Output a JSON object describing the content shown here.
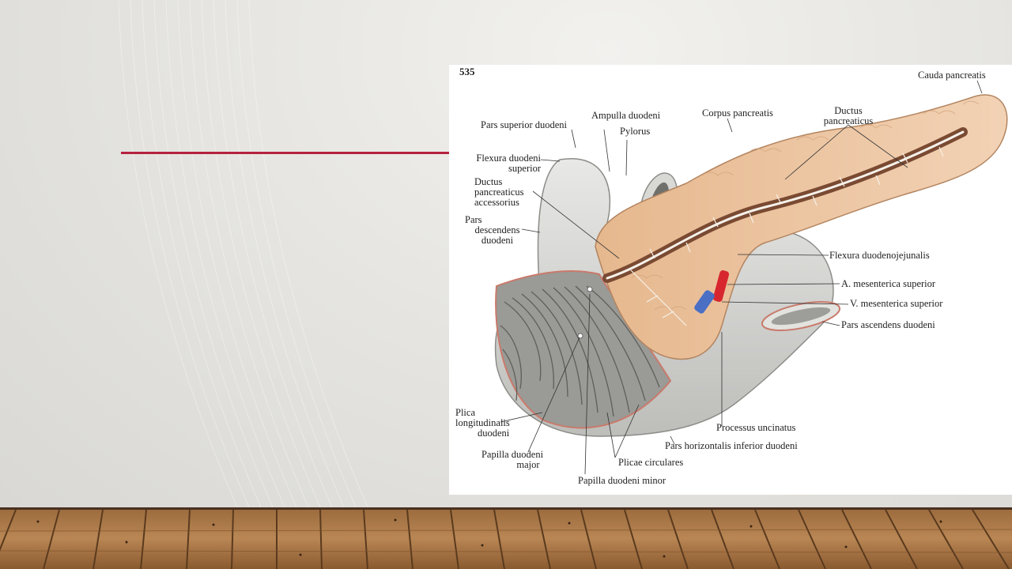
{
  "figure": {
    "number": "535",
    "labels": {
      "cauda_pancreatis": "Cauda pancreatis",
      "pars_superior_duodeni": "Pars superior duodeni",
      "ampulla_duodeni": "Ampulla duodeni",
      "pylorus": "Pylorus",
      "corpus_pancreatis": "Corpus pancreatis",
      "ductus_pancreaticus_1": "Ductus",
      "ductus_pancreaticus_2": "pancreaticus",
      "flexura_duodeni_superior_1": "Flexura duodeni",
      "flexura_duodeni_superior_2": "superior",
      "ductus_accessorius_1": "Ductus",
      "ductus_accessorius_2": "pancreaticus",
      "ductus_accessorius_3": "accessorius",
      "pars_descendens_1": "Pars",
      "pars_descendens_2": "descendens",
      "pars_descendens_3": "duodeni",
      "flexura_duodenojejunalis": "Flexura duodenojejunalis",
      "a_mesenterica_superior": "A. mesenterica superior",
      "v_mesenterica_superior": "V. mesenterica superior",
      "pars_ascendens_duodeni": "Pars ascendens duodeni",
      "plica_longitudinalis_1": "Plica",
      "plica_longitudinalis_2": "longitudinalis",
      "plica_longitudinalis_3": "duodeni",
      "processus_uncinatus": "Processus uncinatus",
      "pars_horizontalis": "Pars horizontalis inferior duodeni",
      "papilla_major_1": "Papilla duodeni",
      "papilla_major_2": "major",
      "plicae_circulares": "Plicae circulares",
      "papilla_minor": "Papilla duodeni minor"
    }
  },
  "colors": {
    "accent_line": "#b5223d",
    "pancreas": "#e9c3a0",
    "duodenum": "#d9d9d6",
    "artery": "#d7262e",
    "vein": "#4a6fc4"
  }
}
